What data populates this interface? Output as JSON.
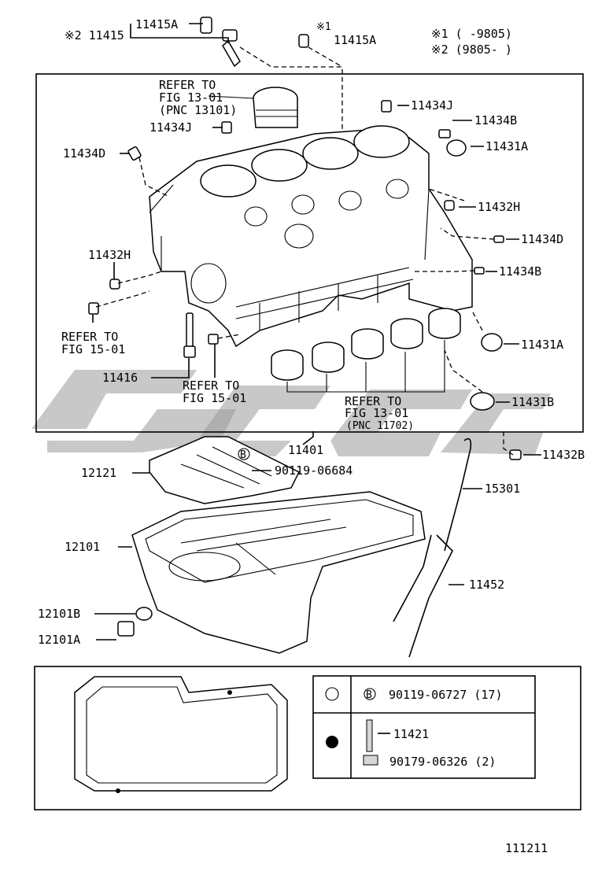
{
  "figure_number": "111211",
  "notes": {
    "note1_mark": "※1",
    "note1_range": "※1 (    -9805)",
    "note2_range": "※2 (9805-    )"
  },
  "labels": {
    "p11415_prefix": "※2 11415",
    "p11415A_top": "11415A",
    "p11415A_right_mark": "※1",
    "p11415A_right": "11415A",
    "p11434J_top": "11434J",
    "p11434J_left": "11434J",
    "p11434B_top": "11434B",
    "p11431A_top": "11431A",
    "p11434D_left": "11434D",
    "p11432H_right": "11432H",
    "p11434D_right": "11434D",
    "p11432H_left": "11432H",
    "p11434B_right": "11434B",
    "p11431A_right": "11431A",
    "p11416": "11416",
    "p11431B": "11431B",
    "p11401": "11401",
    "p11432B": "11432B",
    "p12121": "12121",
    "p90119_06684": "90119-06684",
    "p15301": "15301",
    "p12101": "12101",
    "p11452": "11452",
    "p12101B": "12101B",
    "p12101A": "12101A"
  },
  "refers": {
    "piston_l1": "REFER TO",
    "piston_l2": "FIG 13-01",
    "piston_l3": "(PNC 13101)",
    "left_l1": "REFER TO",
    "left_l2": "FIG 15-01",
    "mid_l1": "REFER TO",
    "mid_l2": "FIG 15-01",
    "bearing_l1": "REFER TO",
    "bearing_l2": "FIG 13-01",
    "bearing_l3": "(PNC 11702)"
  },
  "legend": {
    "row1_mark": "B",
    "row1_part": "90119-06727 (17)",
    "row2_part": "11421",
    "row3_part": "90179-06326 (2)"
  },
  "callout_bolt_mark": "B"
}
